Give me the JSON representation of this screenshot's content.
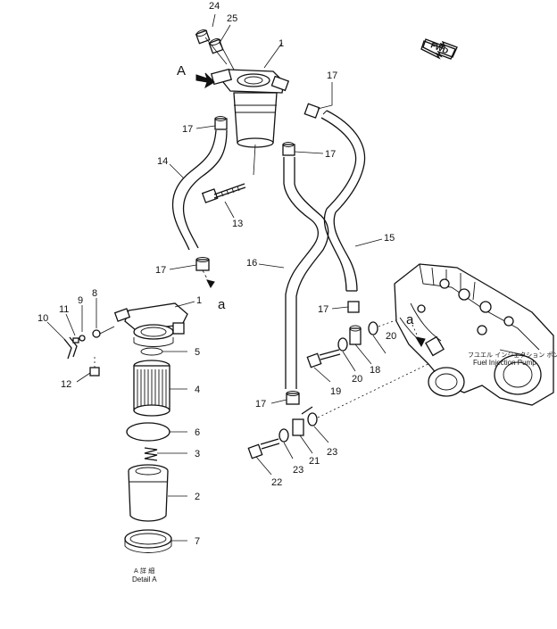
{
  "labels": {
    "p1": "1",
    "p2": "2",
    "p3": "3",
    "p4": "4",
    "p5": "5",
    "p6": "6",
    "p7": "7",
    "p8": "8",
    "p9": "9",
    "p10": "10",
    "p11": "11",
    "p12": "12",
    "p13": "13",
    "p14": "14",
    "p15": "15",
    "p16": "16",
    "p17a": "17",
    "p17b": "17",
    "p17c": "17",
    "p17d": "17",
    "p17e": "17",
    "p17f": "17",
    "p18": "18",
    "p19": "19",
    "p20a": "20",
    "p20b": "20",
    "p21": "21",
    "p22": "22",
    "p23a": "23",
    "p23b": "23",
    "p24": "24",
    "p25": "25",
    "p1b": "1"
  },
  "markers": {
    "view_a": "A",
    "conn_a1": "a",
    "conn_a2": "a"
  },
  "fwd": "FWD",
  "pump": {
    "jp": "フユエル インジェクション ポンプ",
    "en": "Fuel Injection Pump"
  },
  "detail": {
    "line1": "A 詳 細",
    "line2": "Detail A"
  }
}
